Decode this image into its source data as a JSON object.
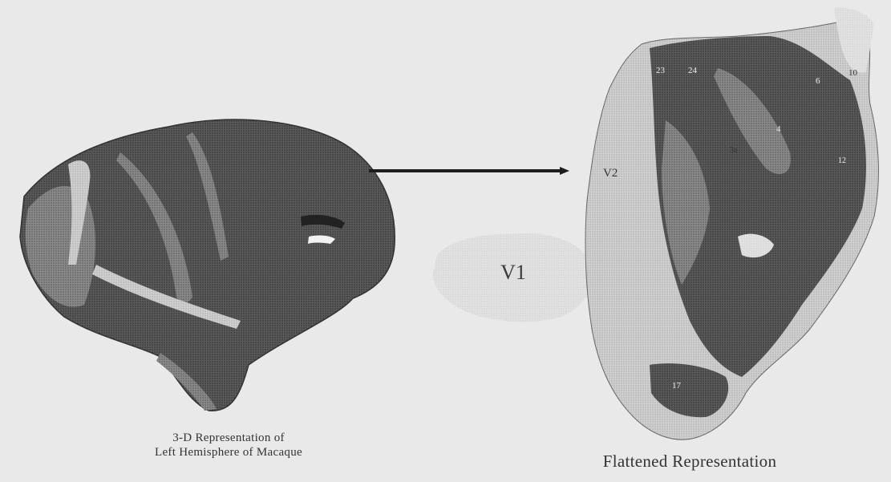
{
  "figure": {
    "left_caption_line1": "3-D Representation of",
    "left_caption_line2": "Left Hemisphere of Macaque",
    "right_caption": "Flattened Representation",
    "v1_label": "V1",
    "v2_label": "V2",
    "area_labels": [
      "23",
      "24",
      "6",
      "4",
      "10",
      "12",
      "3a",
      "17"
    ]
  }
}
